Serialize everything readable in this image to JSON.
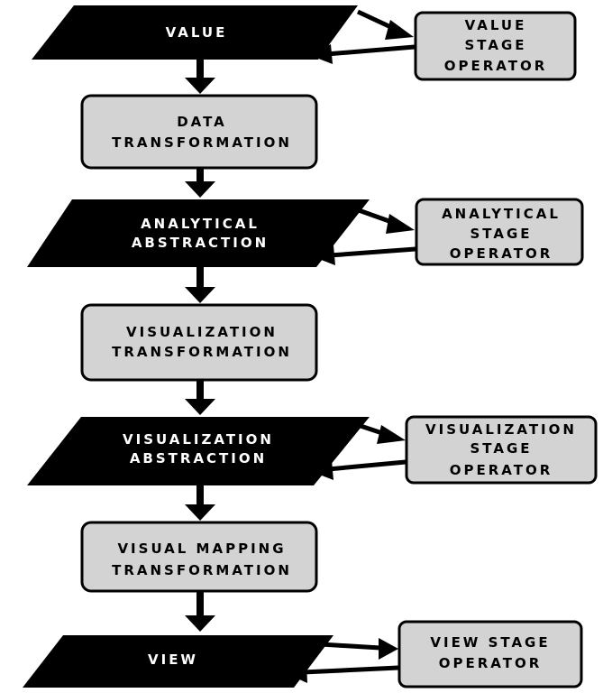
{
  "diagram": {
    "stages": [
      {
        "id": "value",
        "lines": [
          "VALUE"
        ]
      },
      {
        "id": "analytical",
        "lines": [
          "ANALYTICAL",
          "ABSTRACTION"
        ]
      },
      {
        "id": "visualization",
        "lines": [
          "VISUALIZATION",
          "ABSTRACTION"
        ]
      },
      {
        "id": "view",
        "lines": [
          "VIEW"
        ]
      }
    ],
    "transformations": [
      {
        "id": "data",
        "lines": [
          "DATA",
          "TRANSFORMATION"
        ]
      },
      {
        "id": "visualization",
        "lines": [
          "VISUALIZATION",
          "TRANSFORMATION"
        ]
      },
      {
        "id": "visual-mapping",
        "lines": [
          "VISUAL MAPPING",
          "TRANSFORMATION"
        ]
      }
    ],
    "operators": [
      {
        "id": "value",
        "lines": [
          "VALUE",
          "STAGE",
          "OPERATOR"
        ]
      },
      {
        "id": "analytical",
        "lines": [
          "ANALYTICAL",
          "STAGE",
          "OPERATOR"
        ]
      },
      {
        "id": "visualization",
        "lines": [
          "VISUALIZATION",
          "STAGE",
          "OPERATOR"
        ]
      },
      {
        "id": "view",
        "lines": [
          "VIEW STAGE",
          "OPERATOR"
        ]
      }
    ]
  }
}
